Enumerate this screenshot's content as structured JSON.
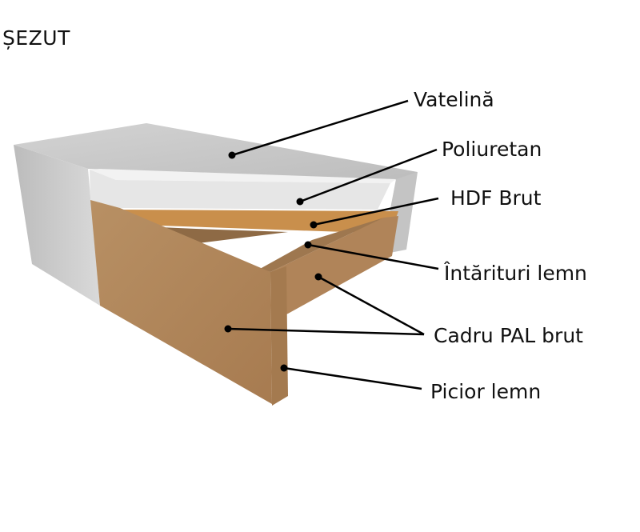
{
  "title": "ȘEZUT",
  "labels": {
    "vatelina": "Vatelină",
    "poliuretan": "Poliuretan",
    "hdf": "HDF Brut",
    "intarituri": "Întărituri lemn",
    "cadru": "Cadru PAL brut",
    "picior": "Picior lemn"
  },
  "colors": {
    "batting": "#c9c9c9",
    "foam": "#ececec",
    "wood": "#b58a5e",
    "hdf": "#c98f4c",
    "leader": "#000000"
  }
}
